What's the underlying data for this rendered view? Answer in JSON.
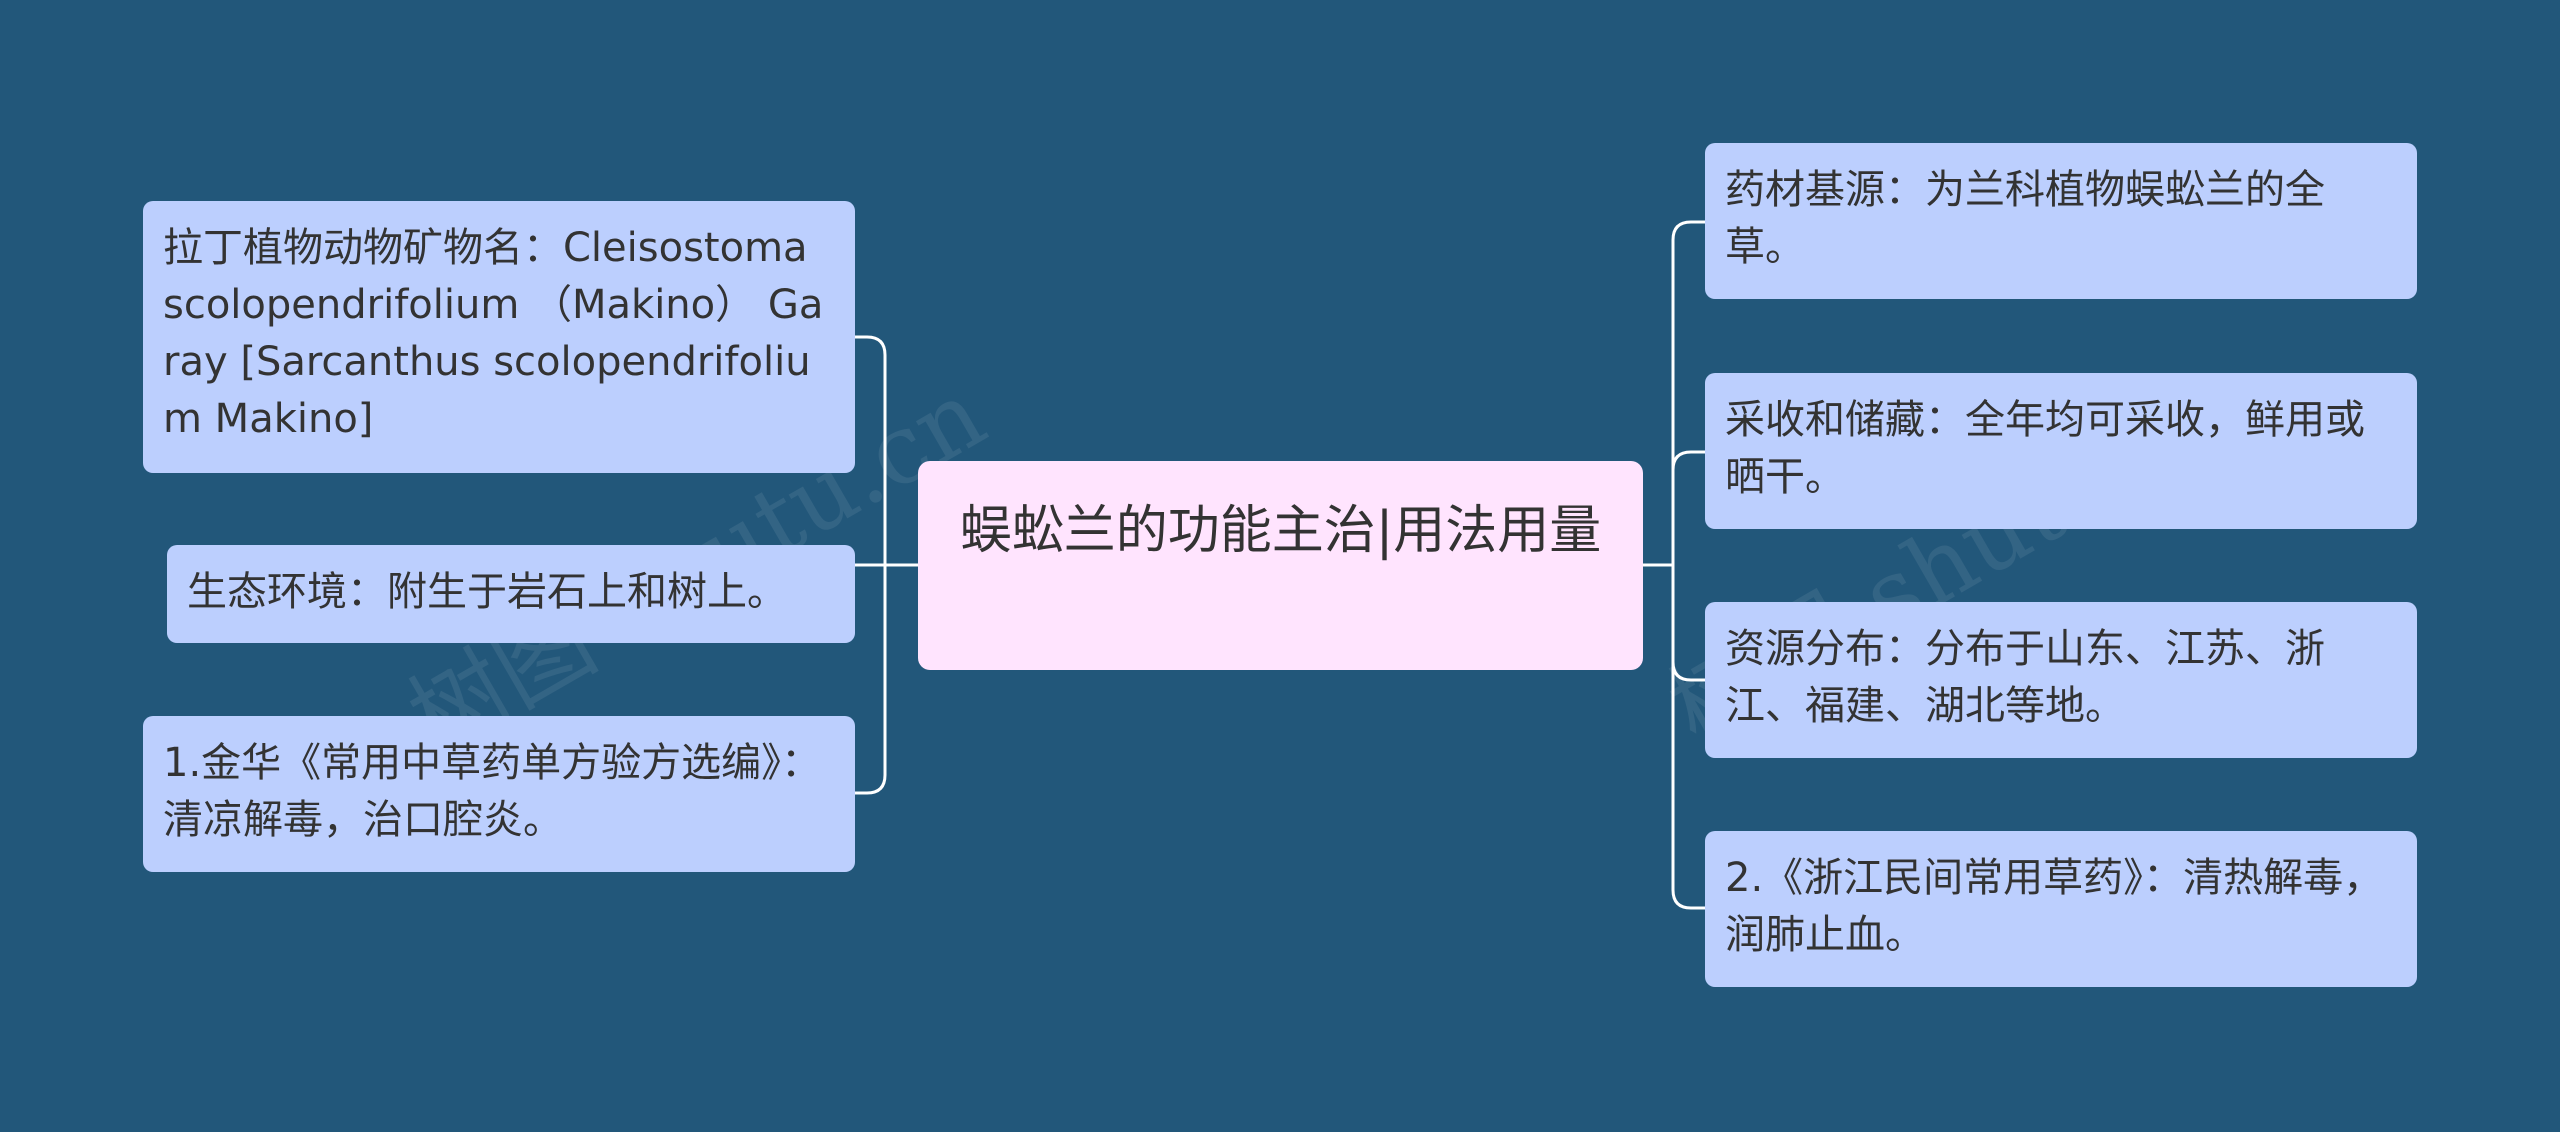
{
  "center": {
    "label": "蜈蚣兰的功能主治|用法用量"
  },
  "left_nodes": [
    {
      "id": "latin-name",
      "text": "拉丁植物动物矿物名：Cleisostoma scolopendrifolium （Makino） Garay [Sarcanthus scolopendrifolium Makino]"
    },
    {
      "id": "habitat",
      "text": "生态环境：附生于岩石上和树上。"
    },
    {
      "id": "jinhua-ref",
      "text": "1.金华《常用中草药单方验方选编》：清凉解毒，治口腔炎。"
    }
  ],
  "right_nodes": [
    {
      "id": "source",
      "text": "药材基源：为兰科植物蜈蚣兰的全草。"
    },
    {
      "id": "harvest",
      "text": "采收和储藏：全年均可采收，鲜用或晒干。"
    },
    {
      "id": "distribution",
      "text": "资源分布：分布于山东、江苏、浙江、福建、湖北等地。"
    },
    {
      "id": "zhejiang-ref",
      "text": "2.《浙江民间常用草药》：清热解毒，润肺止血。"
    }
  ],
  "watermark": {
    "text": "树图 shutu.cn"
  },
  "colors": {
    "background": "#22577a",
    "node_fill": "#bccffe",
    "center_fill": "#ffe4fe",
    "connector": "#ffffff",
    "text": "#333333"
  }
}
